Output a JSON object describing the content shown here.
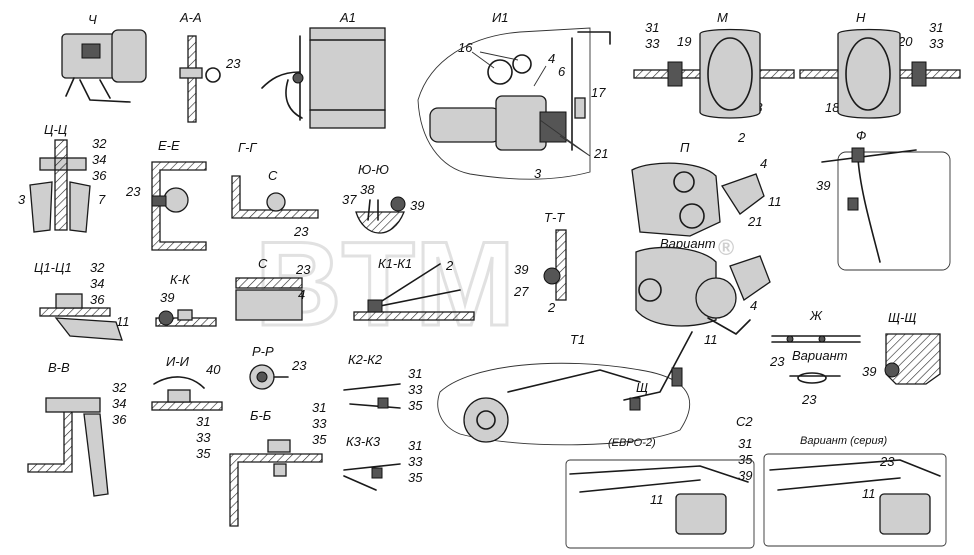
{
  "sections": {
    "ch": "Ч",
    "aa": "А-А",
    "a1": "А1",
    "i1": "И1",
    "m": "М",
    "n": "Н",
    "tsts": "Ц-Ц",
    "ee": "Е-Е",
    "gg": "Г-Г",
    "yuyu": "Ю-Ю",
    "p": "П",
    "f": "Ф",
    "tt": "Т-Т",
    "c": "С",
    "k1k1": "К1-К1",
    "ts1ts1": "Ц1-Ц1",
    "kk": "К-К",
    "t1": "Т1",
    "zh": "Ж",
    "shsh": "Щ-Щ",
    "bb": "В-В",
    "ii": "И-И",
    "rr": "Р-Р",
    "k2k2": "К2-К2",
    "bb2": "Б-Б",
    "k3k3": "К3-К3",
    "c2": "С2"
  },
  "variant": "Вариант",
  "euro2": "(ЕВРО-2)",
  "variant_series": "Вариант (серия)",
  "shch": "Щ",
  "watermark": "BTM",
  "watermark_mark": "®",
  "callouts": {
    "n23": "23",
    "n31": "31",
    "n33": "33",
    "n19": "19",
    "n18": "18",
    "n20": "20",
    "n16": "16",
    "n4": "4",
    "n6": "6",
    "n17": "17",
    "n21": "21",
    "n3": "3",
    "n32": "32",
    "n34": "34",
    "n36": "36",
    "n7": "7",
    "n38": "38",
    "n37": "37",
    "n39": "39",
    "n2": "2",
    "n11": "11",
    "n27": "27",
    "n40": "40",
    "n35": "35"
  }
}
